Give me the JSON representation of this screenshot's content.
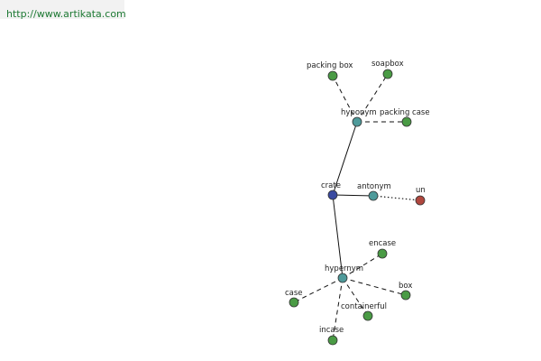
{
  "header": {
    "url": "http://www.artikata.com"
  },
  "graph": {
    "colors": {
      "root": "#3a4aa0",
      "relation": "#4e9a9a",
      "leaf": "#4a9b45",
      "special": "#b0473e"
    },
    "nodes": [
      {
        "id": "crate",
        "label": "crate",
        "kind": "root"
      },
      {
        "id": "hyponym",
        "label": "hyponym",
        "kind": "relation"
      },
      {
        "id": "antonym",
        "label": "antonym",
        "kind": "relation"
      },
      {
        "id": "hypernym",
        "label": "hypernym",
        "kind": "relation"
      },
      {
        "id": "packing-box",
        "label": "packing box",
        "kind": "leaf"
      },
      {
        "id": "soapbox",
        "label": "soapbox",
        "kind": "leaf"
      },
      {
        "id": "packing-case",
        "label": "packing case",
        "kind": "leaf"
      },
      {
        "id": "un",
        "label": "un",
        "kind": "special"
      },
      {
        "id": "encase",
        "label": "encase",
        "kind": "leaf"
      },
      {
        "id": "case",
        "label": "case",
        "kind": "leaf"
      },
      {
        "id": "box",
        "label": "box",
        "kind": "leaf"
      },
      {
        "id": "containerful",
        "label": "containerful",
        "kind": "leaf"
      },
      {
        "id": "incase",
        "label": "incase",
        "kind": "leaf"
      }
    ],
    "edges": [
      {
        "from": "crate",
        "to": "hyponym",
        "style": "solid"
      },
      {
        "from": "crate",
        "to": "antonym",
        "style": "solid"
      },
      {
        "from": "crate",
        "to": "hypernym",
        "style": "solid"
      },
      {
        "from": "hyponym",
        "to": "packing-box",
        "style": "dashed"
      },
      {
        "from": "hyponym",
        "to": "soapbox",
        "style": "dashed"
      },
      {
        "from": "hyponym",
        "to": "packing-case",
        "style": "dashed"
      },
      {
        "from": "antonym",
        "to": "un",
        "style": "dotted"
      },
      {
        "from": "hypernym",
        "to": "encase",
        "style": "dashed"
      },
      {
        "from": "hypernym",
        "to": "case",
        "style": "dashed"
      },
      {
        "from": "hypernym",
        "to": "box",
        "style": "dashed"
      },
      {
        "from": "hypernym",
        "to": "containerful",
        "style": "dashed"
      },
      {
        "from": "hypernym",
        "to": "incase",
        "style": "dashed"
      }
    ]
  }
}
